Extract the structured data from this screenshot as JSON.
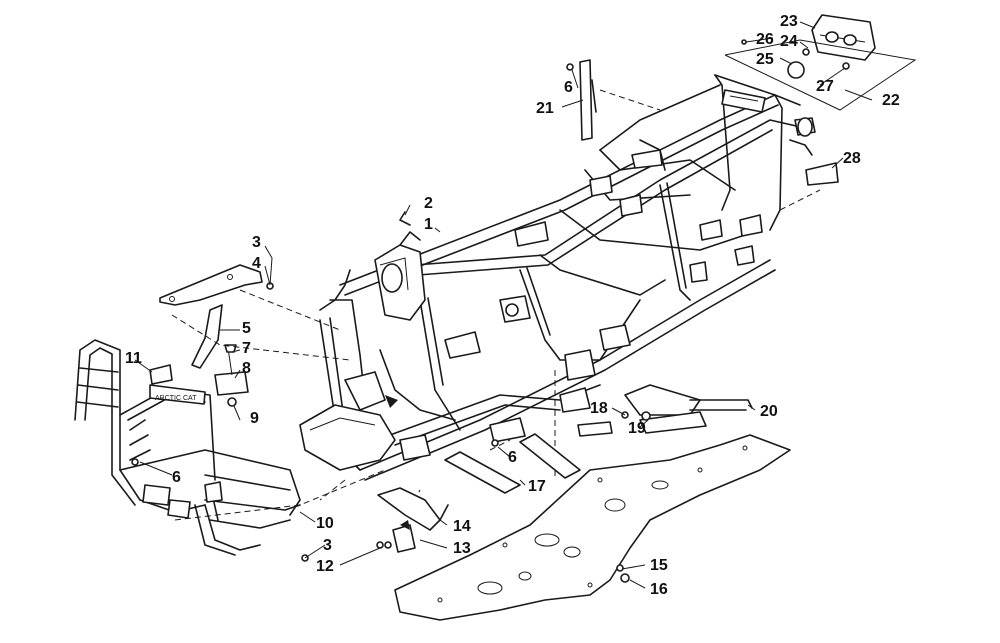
{
  "diagram": {
    "callouts": {
      "c1": "1",
      "c2": "2",
      "c3a": "3",
      "c3b": "3",
      "c4": "4",
      "c5": "5",
      "c6a": "6",
      "c6b": "6",
      "c6c": "6",
      "c7": "7",
      "c8": "8",
      "c9": "9",
      "c10": "10",
      "c11": "11",
      "c12": "12",
      "c13": "13",
      "c14": "14",
      "c15": "15",
      "c16": "16",
      "c17": "17",
      "c18": "18",
      "c19": "19",
      "c20": "20",
      "c21": "21",
      "c22": "22",
      "c23": "23",
      "c24": "24",
      "c25": "25",
      "c26": "26",
      "c27": "27",
      "c28": "28"
    },
    "bumper_label": "ARCTIC CAT"
  }
}
